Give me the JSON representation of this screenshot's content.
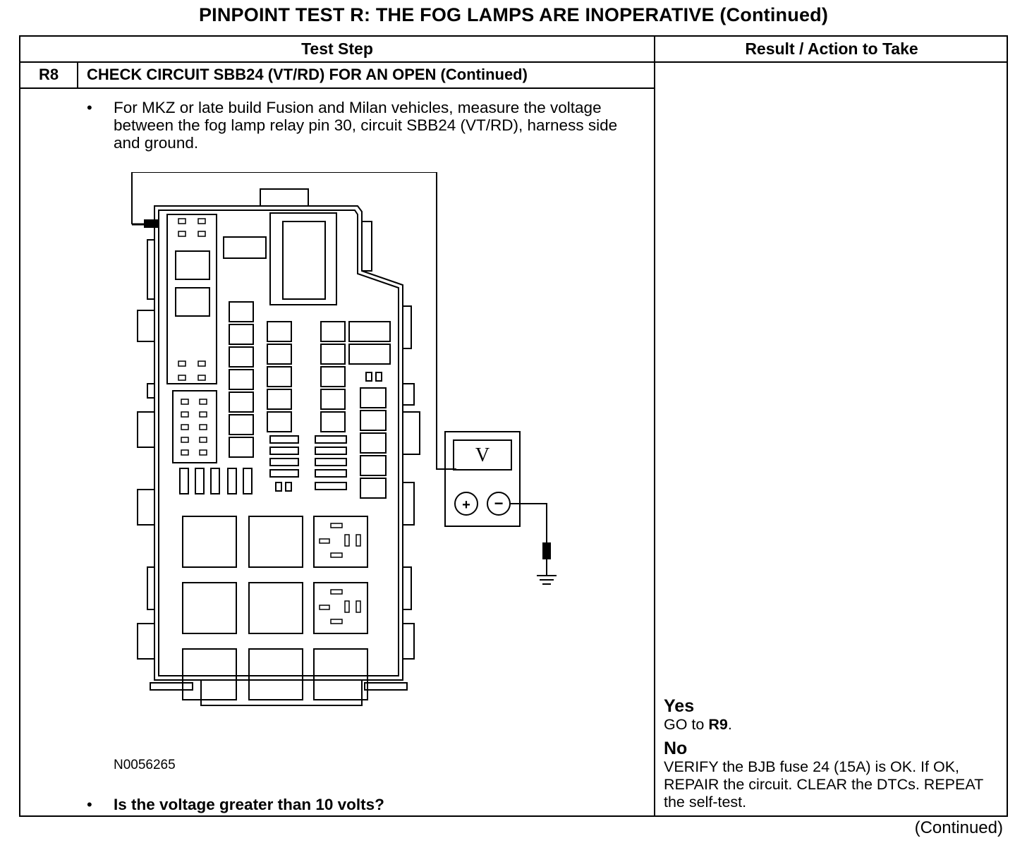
{
  "page_title": "PINPOINT TEST  R: THE FOG LAMPS ARE INOPERATIVE (Continued)",
  "table": {
    "col_test_step": "Test Step",
    "col_result": "Result / Action to Take"
  },
  "step": {
    "id": "R8",
    "title": "CHECK CIRCUIT SBB24 (VT/RD) FOR AN OPEN (Continued)",
    "bullet_symbol": "•",
    "instruction": "For MKZ or late build Fusion and Milan vehicles, measure the voltage between the fog lamp relay pin 30, circuit SBB24 (VT/RD), harness side and ground.",
    "figure_id": "N0056265",
    "question": "Is the voltage greater than 10 volts?"
  },
  "diagram": {
    "meter_display": "V",
    "plus_symbol": "+",
    "minus_symbol": "−"
  },
  "results": {
    "yes_label": "Yes",
    "yes_prefix": "GO to ",
    "yes_target": "R9",
    "yes_suffix": ".",
    "no_label": "No",
    "no_action": "VERIFY the BJB fuse 24 (15A) is OK. If OK, REPAIR the circuit. CLEAR the DTCs. REPEAT the self-test."
  },
  "footer_continued": "(Continued)"
}
